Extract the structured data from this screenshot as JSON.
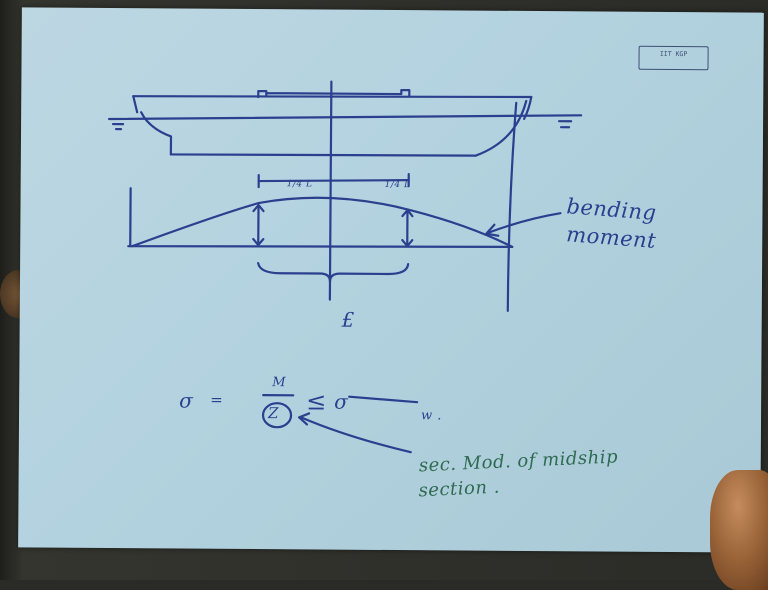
{
  "sheet_label": [
    "IIT KGP"
  ],
  "diagram": {
    "span_left_label": "1/4 L",
    "span_right_label": "1/4 L",
    "centerline_label": "£"
  },
  "annotations": {
    "bending_moment_line1": "bending",
    "bending_moment_line2": "moment",
    "section_modulus_line1": "sec. Mod. of midship",
    "section_modulus_line2": "section ."
  },
  "formula": {
    "lhs": "σ",
    "equals": "=",
    "numerator": "M",
    "denominator": "Z",
    "relation": "≤",
    "rhs": "σ",
    "rhs_subscript": "w ."
  }
}
